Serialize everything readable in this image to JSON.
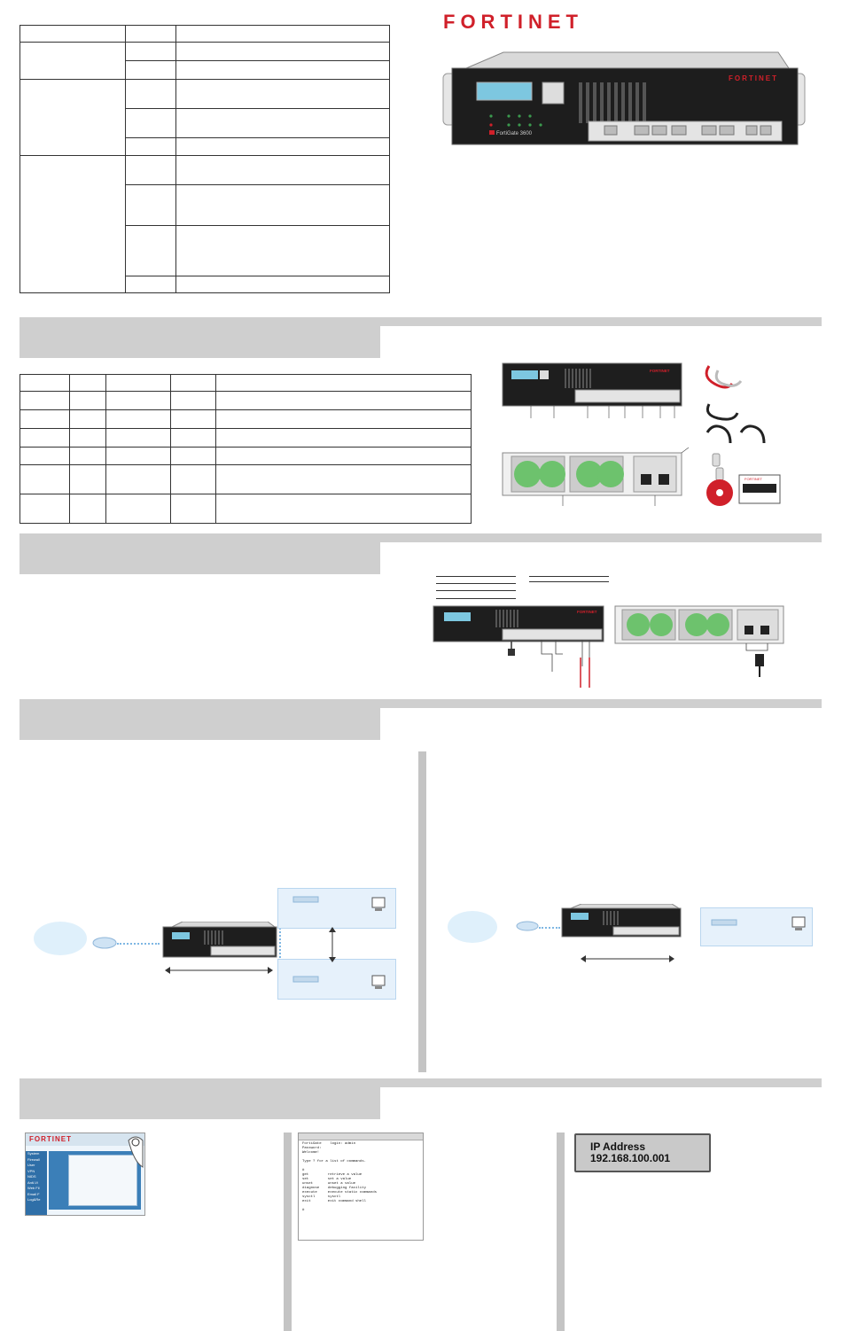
{
  "brand": {
    "logo_text": "FORTINET",
    "model_text": "FortiGate 3600",
    "brand_color": "#d0202a"
  },
  "lcd": {
    "line1": "IP Address",
    "line2": "192.168.100.001"
  },
  "terminal": {
    "lines": [
      "FortiGate    login: admin",
      "Password:",
      "Welcome!",
      "",
      "Type ? for a list of commands.",
      "",
      "#",
      "get         retrieve a value",
      "set         set a value",
      "unset       unset a value",
      "diagnose    debugging facility",
      "execute     execute static commands",
      "sysctl      sysctl",
      "exit        exit command shell",
      "",
      "#"
    ]
  },
  "gui": {
    "logo_text": "FORTINET",
    "menu": [
      "System",
      "Firewall",
      "User",
      "VPN",
      "NIDS",
      "Anti-Vi",
      "Web Fil",
      "Email F",
      "Log&Re"
    ],
    "colors": {
      "header": "#d6e4ef",
      "sidebar": "#2f6fa8",
      "content": "#eef5fb"
    }
  },
  "icons": [
    "rack-handle-icon",
    "ethernet-cable-icon",
    "null-modem-cable-icon",
    "power-cable-icon",
    "cd-icon",
    "router-icon",
    "computer-icon",
    "cloud-icon"
  ]
}
